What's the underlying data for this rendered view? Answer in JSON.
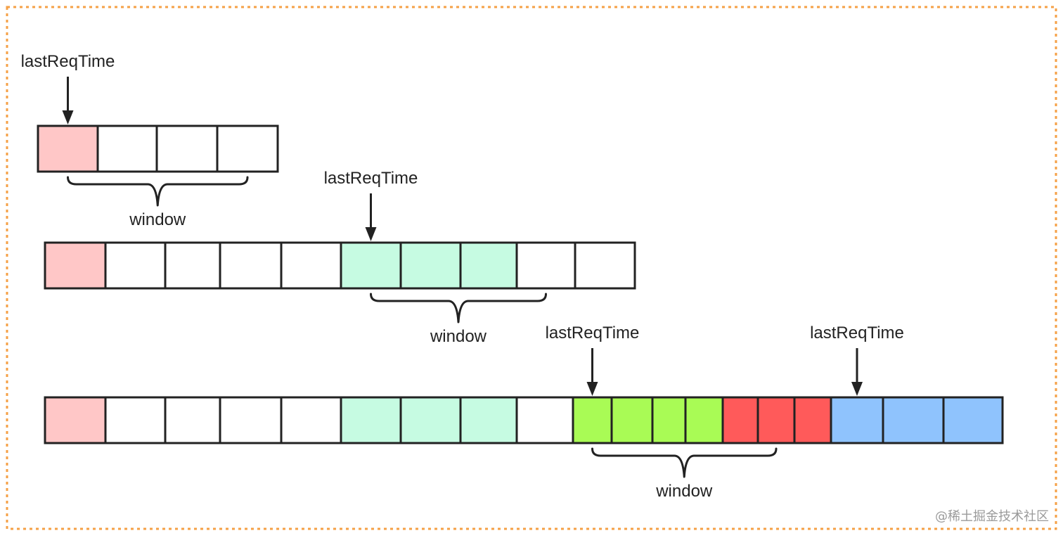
{
  "watermark": "@稀土掘金技术社区",
  "colors": {
    "white": "#ffffff",
    "pink": "#ffc7c7",
    "mint": "#c6fbe2",
    "lime": "#a9fb55",
    "red": "#ff5a5a",
    "blue": "#8fc3fd",
    "stroke": "#222222",
    "frame": "#f5a046"
  },
  "rows": [
    {
      "cells": [
        "pink",
        "white",
        "white",
        "white"
      ],
      "markers": [
        {
          "label": "lastReqTime",
          "cell": 0
        }
      ],
      "brackets": [
        {
          "label": "window",
          "from": 0.5,
          "to": 3.5
        }
      ]
    },
    {
      "cells": [
        "pink",
        "white",
        "white",
        "white",
        "white",
        "mint",
        "mint",
        "mint",
        "white",
        "white"
      ],
      "markers": [
        {
          "label": "lastReqTime",
          "cell": 5
        }
      ],
      "brackets": [
        {
          "label": "window",
          "from": 5.5,
          "to": 8.5
        }
      ]
    },
    {
      "cells": [
        "pink",
        "white",
        "white",
        "white",
        "white",
        "mint",
        "mint",
        "mint",
        "white",
        "lime",
        "lime",
        "lime",
        "lime",
        "red",
        "red",
        "red",
        "blue",
        "blue",
        "blue"
      ],
      "markers": [
        {
          "label": "lastReqTime",
          "cell": 9
        },
        {
          "label": "lastReqTime",
          "cell": 16
        }
      ],
      "brackets": [
        {
          "label": "window",
          "from": 9.5,
          "to": 14.5
        }
      ]
    }
  ]
}
